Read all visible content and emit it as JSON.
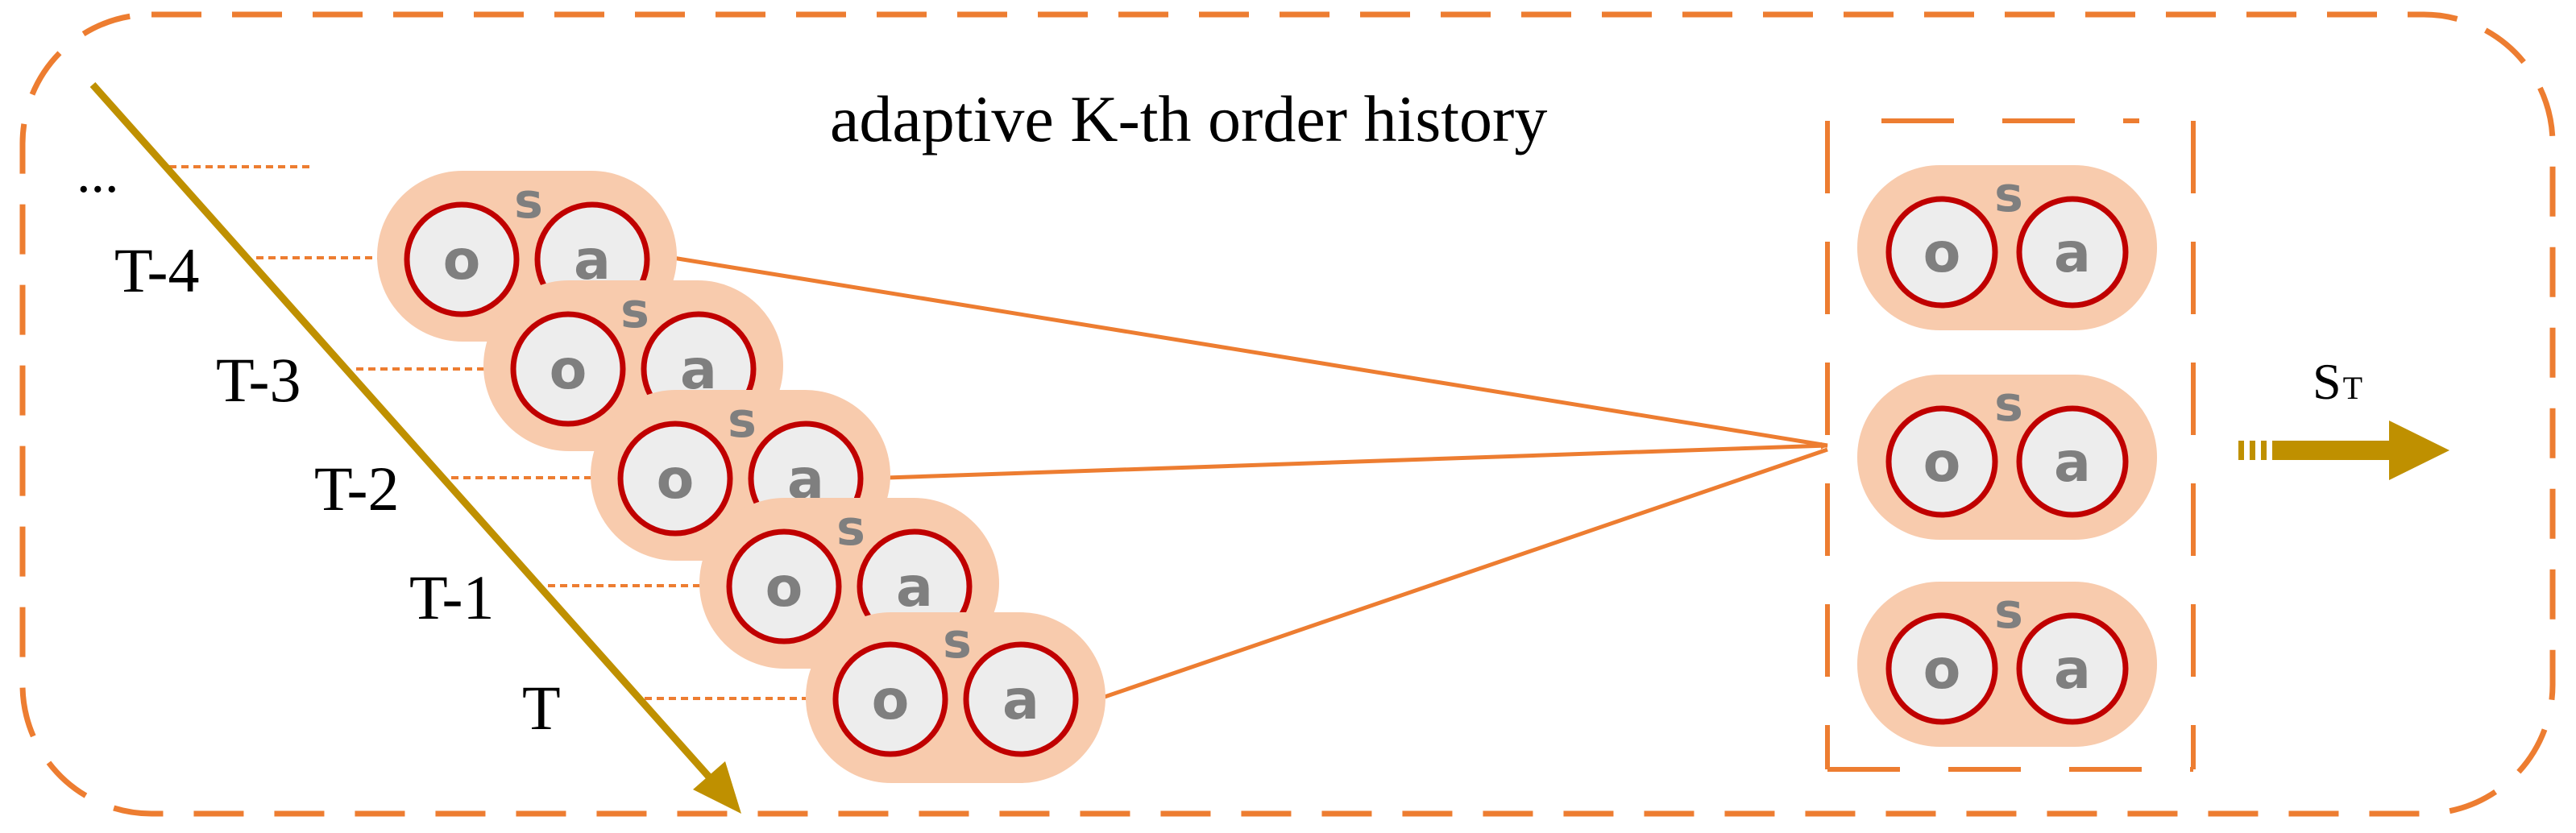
{
  "title": "adaptive K-th order history",
  "ellipsis": "...",
  "timesteps": [
    {
      "label": "T-4",
      "obs": "o",
      "act": "a",
      "state": "s"
    },
    {
      "label": "T-3",
      "obs": "o",
      "act": "a",
      "state": "s"
    },
    {
      "label": "T-2",
      "obs": "o",
      "act": "a",
      "state": "s"
    },
    {
      "label": "T-1",
      "obs": "o",
      "act": "a",
      "state": "s"
    },
    {
      "label": "T",
      "obs": "o",
      "act": "a",
      "state": "s"
    }
  ],
  "selected_history": [
    {
      "obs": "o",
      "act": "a",
      "state": "s"
    },
    {
      "obs": "o",
      "act": "a",
      "state": "s"
    },
    {
      "obs": "o",
      "act": "a",
      "state": "s"
    }
  ],
  "output": {
    "letter": "S",
    "subscript": "T"
  },
  "colors": {
    "dashed_border": "#ED7D31",
    "pill_fill": "#F8CBAD",
    "circle_fill": "#EDEDED",
    "circle_stroke": "#C00000",
    "letter": "#7F7F7F",
    "time_arrow": "#BF9000",
    "connector": "#ED7D31",
    "text": "#000000"
  }
}
